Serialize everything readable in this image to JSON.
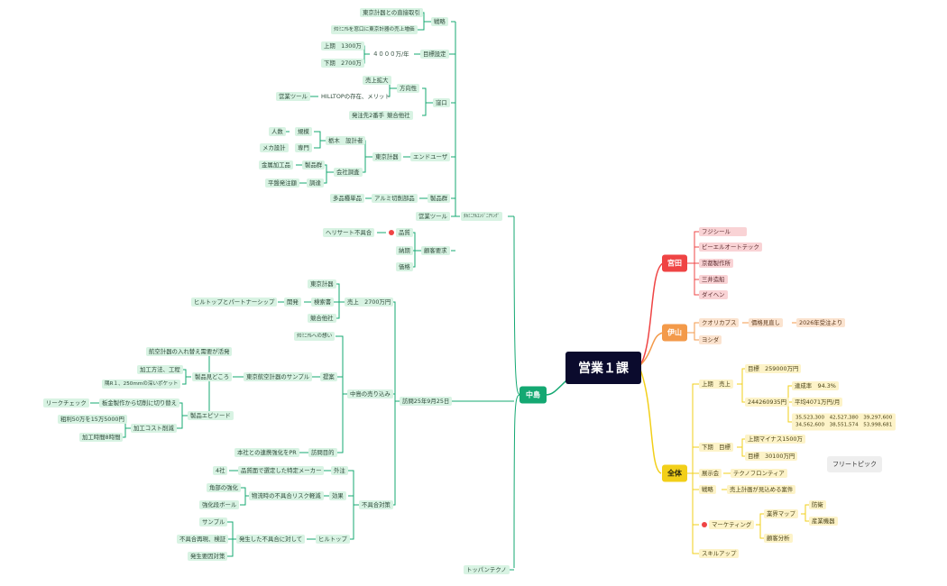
{
  "root": "営業１課",
  "branches": {
    "nakajima": "中島",
    "miyata": "宮田",
    "iyama": "伊山",
    "zentai": "全体"
  },
  "nakajima": {
    "enji": {
      "label": "ﾀｶﾐﾆｱﾙｴﾝｼﾞﾆｱﾘﾝｸﾞ",
      "senryaku": "戦略",
      "senryaku_items": [
        "東京計器との直接取引",
        "ﾀｶﾐﾆｱﾙを窓口に東京計器の売上増価"
      ],
      "mokuhyo": "目標設定",
      "mokuhyo_amount": "４０００万/年",
      "kamiki": "上期　1300万",
      "shimoki": "下期　2700万",
      "kouguchi": "窪口",
      "houkousei": "方向性",
      "uriage_kakudai": "売上拡大",
      "hilltop_meritto": "HILLTOPの存在、メリット",
      "eigyou_tool": "営業ツール",
      "kyougou": "競合他社",
      "hacchuu": "発注先2番手",
      "end_user": "エンドユーザ",
      "tokyo_keiki": "東京計器",
      "tochigi": "栃木　設計者",
      "kibo": "規模",
      "ninzu": "人数",
      "senmon": "専門",
      "meka": "メカ設計",
      "kaisha": "会社調査",
      "seihin_gun": "製品群",
      "kinzoku": "金属加工品",
      "chotatsu": "調達",
      "heisei": "平盤発注額",
      "seihin_gun2": "製品群",
      "arumi": "アルミ切削部品",
      "tahin": "多品種単品",
      "eigyou_tool2": "営業ツール",
      "kokyaku": "顧客要求",
      "hinshitsu": "品質",
      "heri": "ヘリサート不具合",
      "nouki": "納期",
      "kakaku": "価格"
    },
    "houmon": {
      "label": "訪問25年9月25日",
      "uriage": "売上　2700万円",
      "tokyo_keiki": "東京計器",
      "kaihatsu": "検索書",
      "kaihatsu2": "開発",
      "partner": "ヒルトップとパートナーシップ",
      "kyougou": "競合他社",
      "urikomi": "中島の売り込み",
      "omoi": "ﾀｶﾐﾆｱﾙへの想い",
      "teian": "提案",
      "sample": "東京航空計器のサンプル",
      "irekae": "航空計器の入れ替え需要が活発",
      "midokoro": "製品見どころ",
      "kakou": "加工方法、工程",
      "pocket": "隅R１、250mmの深いポケット",
      "episode": "製品エピソード",
      "leak": "リークチェック",
      "kanagata": "板金製作から切削に切り替え",
      "cost": "加工コスト削減",
      "reduce": "粗利50万を15万5000円",
      "jikan": "加工時間8時間",
      "mokuteki": "訪問目的",
      "honsha": "本社との連携強化をPR",
      "fuguai": "不具合対策",
      "gaichu": "外注",
      "yon": "4社",
      "hinshitsu_men": "品質面で選定した特定メーカー",
      "kouka": "効果",
      "risk": "物流時の不具合リスク軽減",
      "kado": "角部の強化",
      "kyouka_pole": "強化段ボール",
      "hilltop": "ヒルトップ",
      "hassei": "発生した不具合に対して",
      "sample2": "サンプル",
      "saigen": "不具合再現、検証",
      "saihatsu": "発生要因対策"
    },
    "toppan": "トッパンテクノ"
  },
  "miyata": [
    "フジシール",
    "ピーエルオートテック",
    "京都製作所",
    "三井造船",
    "ダイヘン"
  ],
  "iyama": {
    "kuori": "クオリカプス",
    "mitoshi": "價格見直し",
    "nen": "2026年受注より",
    "yoshida": "ヨシダ"
  },
  "zentai": {
    "kamiki_uriage": "上期　売上",
    "mokuhyo1": "目標　259000万円",
    "jisseki": "244260935円",
    "tasseiritsu": "達成率　94.3%",
    "heikin": "平均4071万円/月",
    "monthly": [
      "35,523,300　42,527,380　39,297,600",
      "34,562,600　38,551,574　53,998,681"
    ],
    "shimoki": "下期　目標",
    "kamiki_minus": "上期マイナス1500万",
    "mokuhyo2": "目標　30100万円",
    "tenjikai": "展示会",
    "techno": "テクノフロンティア",
    "senryaku": "戦略",
    "keikaku": "売上計画が見込める案件",
    "marketing": "マーケティング",
    "gyokai": "業界マップ",
    "bouei": "防衛",
    "sangyo": "産業機器",
    "kokyaku": "顧客分析",
    "skill": "スキルアップ"
  },
  "floating": "フリートピック",
  "colors": {
    "root": "#0b0b2d",
    "nakajima": "#14a872",
    "miyata": "#ef4444",
    "iyama": "#f39a4a",
    "zentai": "#f2cf19"
  }
}
